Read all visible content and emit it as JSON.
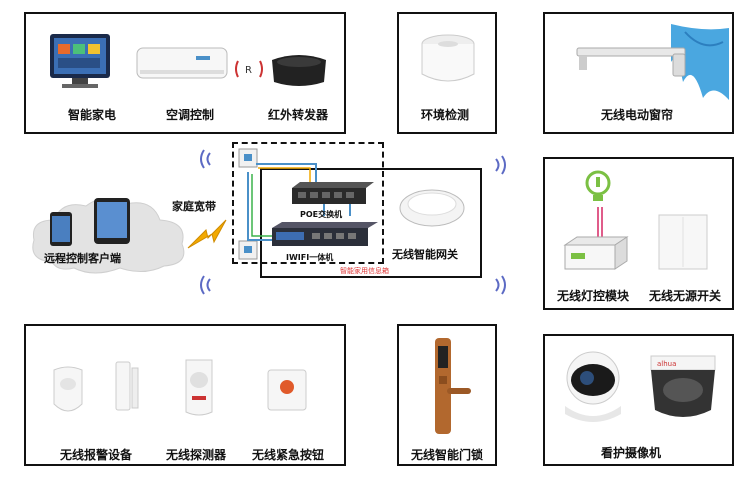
{
  "top_left": {
    "labels": [
      "智能家电",
      "空调控制",
      "红外转发器"
    ]
  },
  "env": {
    "label": "环境检测"
  },
  "curtain": {
    "label": "无线电动窗帘"
  },
  "center": {
    "cloud_label": "远程控制客户端",
    "broadband_label": "家庭宽带",
    "poe_label": "POE交换机",
    "wifi_label": "IWIFI一体机",
    "gateway_label": "无线智能网关",
    "cabinet_label": "智能家用信息箱"
  },
  "light": {
    "labels": [
      "无线灯控模块",
      "无线无源开关"
    ]
  },
  "alarm": {
    "labels": [
      "无线报警设备",
      "无线探测器",
      "无线紧急按钮"
    ]
  },
  "lock": {
    "label": "无线智能门锁"
  },
  "camera": {
    "label": "看护摄像机"
  },
  "colors": {
    "accent_red": "#d33",
    "wire_blue": "#4a90c8",
    "wire_yellow": "#f2a900",
    "wire_green": "#3cb44b"
  }
}
